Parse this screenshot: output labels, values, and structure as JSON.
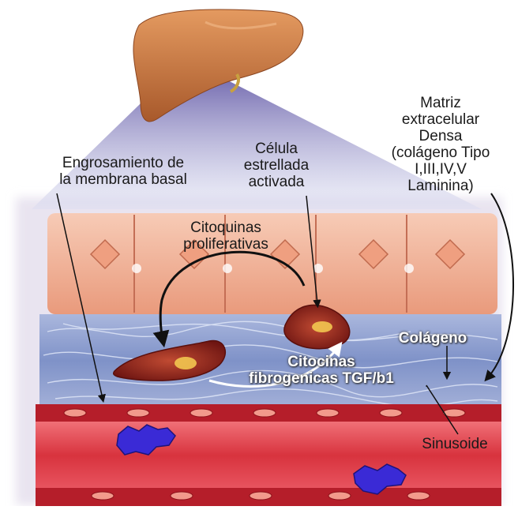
{
  "labels": {
    "membrane": [
      "Engrosamiento de",
      "la membrana basal"
    ],
    "stellate": [
      "Célula",
      "estrellada",
      "activada"
    ],
    "matrix": [
      "Matriz",
      "extracelular",
      "Densa",
      "(colágeno Tipo",
      "I,III,IV,V",
      "Laminina)"
    ],
    "citoquinas": [
      "Citoquinas",
      "proliferativas"
    ],
    "citocinas": [
      "Citocinas",
      "fibrogenicas TGF/b1"
    ],
    "colageno": "Colágeno",
    "sinusoide": "Sinusoide"
  },
  "colors": {
    "liver": "#c97a45",
    "hepatocyte": "#f2b7a0",
    "hepatocyte_nucleus": "#e8a27e",
    "matrix_band": "#8fa2cf",
    "stellate_cell": "#8e1f1a",
    "vessel_wall": "#b51e2a",
    "blood": "#d8333e",
    "blood_cell": "#3a2ad6",
    "projection": "#5a4fa8"
  }
}
